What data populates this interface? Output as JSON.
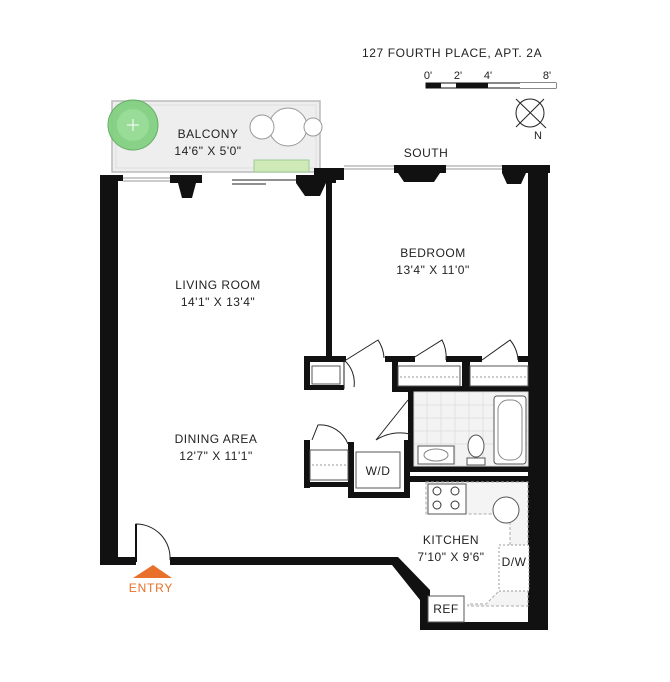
{
  "header": {
    "address": "127 FOURTH PLACE, APT. 2A"
  },
  "scale": {
    "ticks": [
      "0'",
      "2'",
      "4'",
      "8'"
    ]
  },
  "compass": {
    "north_label": "N"
  },
  "rooms": {
    "balcony": {
      "name": "BALCONY",
      "dims": "14'6\" X 5'0\""
    },
    "living": {
      "name": "LIVING ROOM",
      "dims": "14'1\" X 13'4\""
    },
    "bedroom": {
      "name": "BEDROOM",
      "dims": "13'4\" X 11'0\""
    },
    "dining": {
      "name": "DINING AREA",
      "dims": "12'7\" X 11'1\""
    },
    "kitchen": {
      "name": "KITCHEN",
      "dims": "7'10\" X 9'6\""
    }
  },
  "labels": {
    "south": "SOUTH",
    "wd": "W/D",
    "dw": "D/W",
    "ref": "REF",
    "entry": "ENTRY"
  },
  "colors": {
    "entry_accent": "#e8702a",
    "plant": "#7ccf7c",
    "wall": "#111111"
  }
}
